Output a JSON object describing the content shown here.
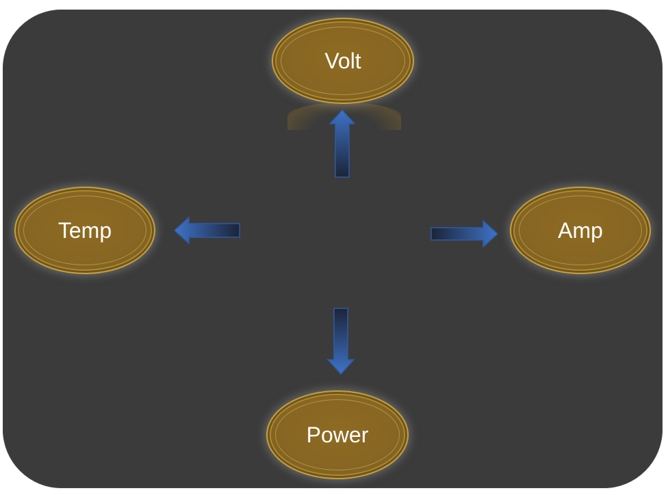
{
  "diagram": {
    "nodes": {
      "volt": {
        "label": "Volt"
      },
      "temp": {
        "label": "Temp"
      },
      "amp": {
        "label": "Amp"
      },
      "power": {
        "label": "Power"
      }
    },
    "colors": {
      "panel": "#3b3b3b",
      "node_fill": "#876623",
      "node_ring": "#c7a03c",
      "arrow_dark": "#1e2c4a",
      "arrow_light": "#3b6fc4",
      "label": "#ffffff"
    }
  }
}
